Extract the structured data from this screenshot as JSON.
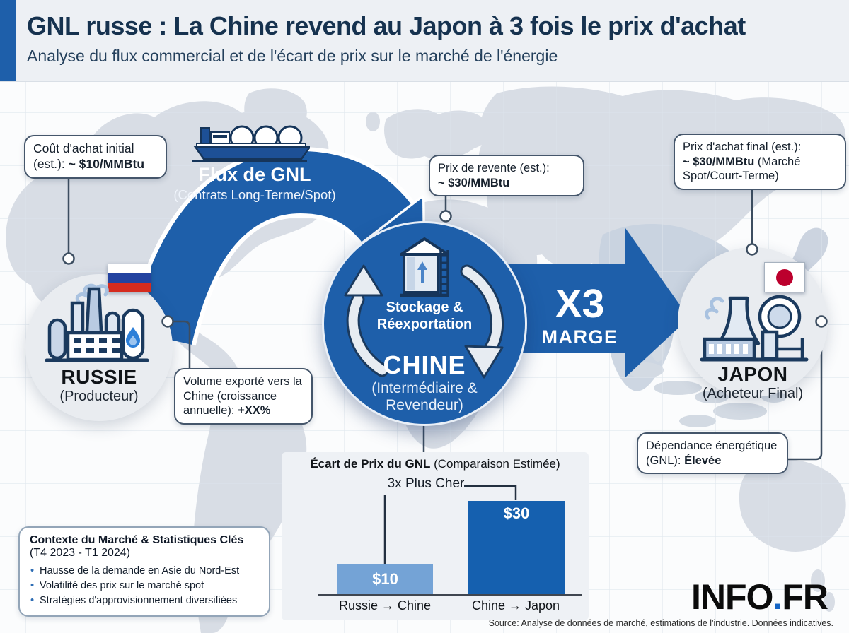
{
  "header": {
    "title": "GNL russe : La Chine revend au Japon à 3 fois le prix d'achat",
    "subtitle": "Analyse du flux commercial et de l'écart de prix sur le marché de l'énergie"
  },
  "flow": {
    "flux": {
      "title": "Flux de GNL",
      "subtitle": "(Contrats Long-Terme/Spot)"
    },
    "russia": {
      "name": "RUSSIE",
      "role": "(Producteur)"
    },
    "china": {
      "process_line1": "Stockage &",
      "process_line2": "Réexportation",
      "name": "CHINE",
      "role": "(Intermédiaire & Revendeur)"
    },
    "japan": {
      "name": "JAPON",
      "role": "(Acheteur Final)"
    },
    "margin": {
      "value": "X3",
      "label": "MARGE"
    }
  },
  "callouts": {
    "initial_cost": {
      "line1": "Coût d'achat initial",
      "prefix": "(est.): ",
      "bold": "~ $10/MMBtu"
    },
    "resale_price": {
      "line1": "Prix de revente (est.):",
      "bold": "~ $30/MMBtu"
    },
    "final_price": {
      "line1": "Prix d'achat final (est.):",
      "bold": "~ $30/MMBtu",
      "suffix": " (Marché Spot/Court-Terme)"
    },
    "export_volume": {
      "prefix": "Volume exporté vers la Chine (croissance annuelle): ",
      "bold": "+XX%"
    },
    "dependency": {
      "prefix": "Dépendance énergétique (GNL): ",
      "bold": "Élevée"
    }
  },
  "chart_data": {
    "type": "bar",
    "title_bold": "Écart de Prix du GNL",
    "title_rest": " (Comparaison Estimée)",
    "annotation": "3x Plus Cher",
    "categories": [
      "Russie → Chine",
      "Chine → Japon"
    ],
    "values": [
      10,
      30
    ],
    "value_labels": [
      "$10",
      "$30"
    ],
    "bar_colors": [
      "#74a3d6",
      "#1560af"
    ],
    "ylim": [
      0,
      33
    ],
    "grid": false,
    "legend": "none"
  },
  "context_box": {
    "title": "Contexte du Marché & Statistiques Clés",
    "period": "(T4 2023 - T1 2024)",
    "bullets": [
      "Hausse de la demande en Asie du Nord-Est",
      "Volatilité des prix sur le marché spot",
      "Stratégies d'approvisionnement diversifiées"
    ]
  },
  "footer": {
    "brand_part1": "INFO",
    "brand_dot": ".",
    "brand_part2": "FR",
    "source": "Source: Analyse de données de marché, estimations de l'industrie. Données indicatives."
  },
  "colors": {
    "primary_blue": "#1e5faa",
    "navy": "#16355a",
    "light_bar": "#74a3d6",
    "dark_bar": "#1560af",
    "japan_flag_red": "#bc002d",
    "russia_flag_blue": "#2343a0",
    "russia_flag_red": "#d52b1e",
    "brand_dot_blue": "#1565c5",
    "map_land": "#d8dde5",
    "header_bg": "#edf0f4"
  }
}
